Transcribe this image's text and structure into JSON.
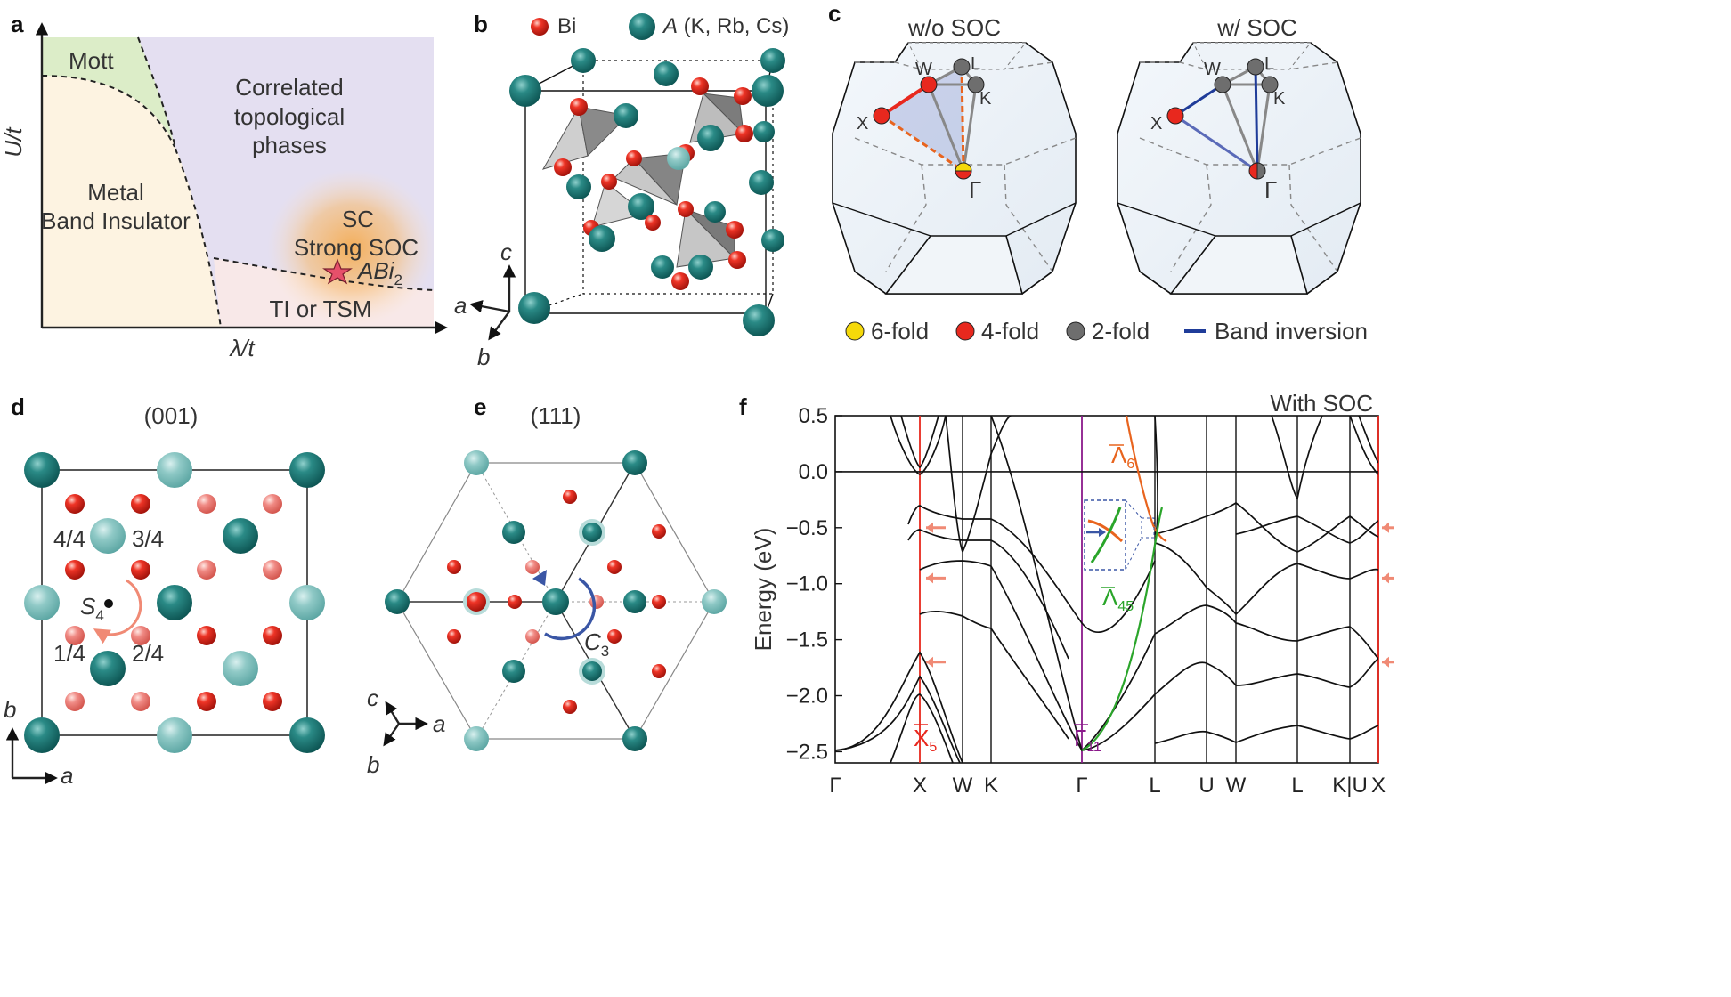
{
  "panels": {
    "a": {
      "letter": "a",
      "regions": {
        "mott": "Mott",
        "correlated": [
          "Correlated",
          "topological",
          "phases"
        ],
        "metal": [
          "Metal",
          "Band Insulator"
        ],
        "sc": [
          "SC",
          "Strong SOC"
        ],
        "compound": "ABi",
        "compound_sub": "2",
        "ti": "TI or TSM"
      },
      "ylabel": "U/t",
      "xlabel": "λ/t",
      "colors": {
        "mott": "#dcedc8",
        "correlated": "#e4dff1",
        "metal": "#fdf3e1",
        "ti": "#f8e8e8",
        "glow": "#f5a94a",
        "star": "#e6506a"
      }
    },
    "b": {
      "letter": "b",
      "legend": [
        {
          "label": "Bi",
          "color": "#e8281e"
        },
        {
          "label": "A",
          "label_rest": " (K, Rb, Cs)",
          "color": "#1f7b78"
        }
      ],
      "axes": {
        "c": "c",
        "a": "a",
        "b": "b"
      }
    },
    "c": {
      "letter": "c",
      "titles": [
        "w/o SOC",
        "w/ SOC"
      ],
      "points": {
        "W": "W",
        "L": "L",
        "K": "K",
        "X": "X",
        "G": "Γ"
      },
      "legend": [
        {
          "label": "6-fold",
          "color": "#f5d90a"
        },
        {
          "label": "4-fold",
          "color": "#e8281e"
        },
        {
          "label": "2-fold",
          "color": "#6e6e6e"
        },
        {
          "label": "Band inversion",
          "color": "#1f3c99"
        }
      ]
    },
    "d": {
      "letter": "d",
      "title": "(001)",
      "fractions": [
        "4/4",
        "3/4",
        "1/4",
        "2/4"
      ],
      "symmetry": "S",
      "symmetry_sub": "4",
      "axes": {
        "b": "b",
        "a": "a"
      }
    },
    "e": {
      "letter": "e",
      "title": "(111)",
      "symmetry": "C",
      "symmetry_sub": "3",
      "axes": {
        "c": "c",
        "a": "a",
        "b": "b"
      }
    },
    "f": {
      "letter": "f",
      "title": "With SOC",
      "ylabel": "Energy (eV)",
      "yticks": [
        "0.5",
        "0.0",
        "−0.5",
        "−1.0",
        "−1.5",
        "−2.0",
        "−2.5"
      ],
      "xticks": [
        "Γ",
        "X",
        "W",
        "K",
        "Γ",
        "L",
        "U",
        "W",
        "L",
        "K|U",
        "X"
      ],
      "labels": {
        "x5": "X",
        "x5_sub": "5",
        "g11": "Γ",
        "g11_sub": "11",
        "l6": "Λ",
        "l6_sub": "6",
        "l45": "Λ",
        "l45_sub": "45"
      },
      "colors": {
        "x": "#e8281e",
        "gamma": "#8b1a8b",
        "orange": "#e8641e",
        "green": "#2aa52a",
        "arrow": "#f08a75"
      }
    }
  },
  "chart_data": {
    "type": "line",
    "title": "With SOC",
    "ylabel": "Energy (eV)",
    "xlabel": "",
    "ylim": [
      -2.6,
      0.5
    ],
    "x_ticks": [
      "Γ",
      "X",
      "W",
      "K",
      "Γ",
      "L",
      "U",
      "W",
      "L",
      "K|U",
      "X"
    ],
    "y_ticks": [
      0.5,
      0.0,
      -0.5,
      -1.0,
      -1.5,
      -2.0,
      -2.5
    ],
    "grid": false,
    "highlighted_levels_at_X": [
      -0.5,
      -0.95,
      -1.7
    ],
    "series": []
  }
}
